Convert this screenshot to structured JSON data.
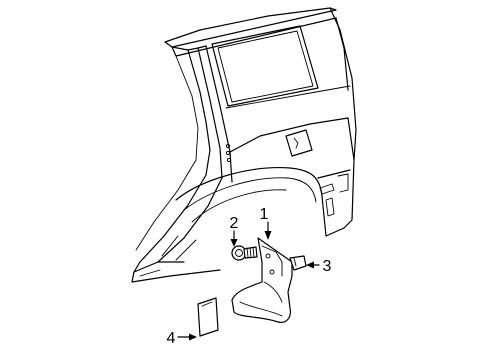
{
  "diagram": {
    "callouts": [
      {
        "id": "1",
        "label": "1"
      },
      {
        "id": "2",
        "label": "2"
      },
      {
        "id": "3",
        "label": "3"
      },
      {
        "id": "4",
        "label": "4"
      }
    ],
    "colors": {
      "stroke": "#000000",
      "background": "#ffffff"
    }
  }
}
